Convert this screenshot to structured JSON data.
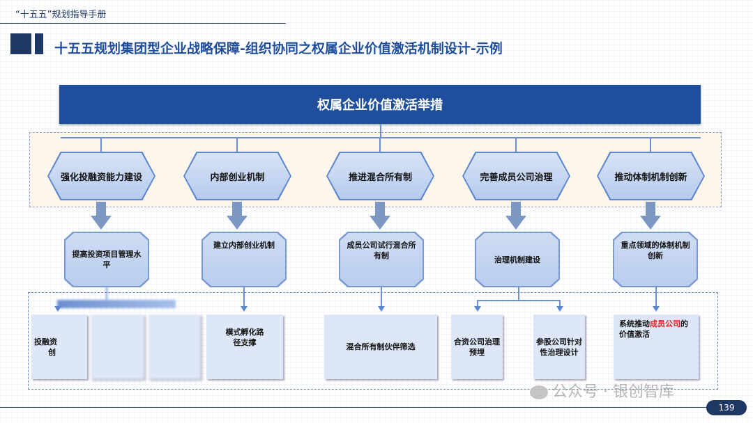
{
  "header": {
    "manual_title": "“十五五”规划指导手册",
    "slide_title": "十五五规划集团型企业战略保障-组织协同之权属企业价值激活机制设计-示例",
    "page_number": "139"
  },
  "banner": "权属企业价值激活举措",
  "measures": [
    "强化投融资能力建设",
    "内部创业机制",
    "推进混合所有制",
    "完善成员公司治理",
    "推动体制机制创新"
  ],
  "sub_measures": [
    "提高投资项目管理水平",
    "建立内部创业机制",
    "成员公司试行混合所有制",
    "治理机制建设",
    "重点领域的体制机制创新"
  ],
  "details": {
    "col1": {
      "line1": "投融资",
      "line2": "创"
    },
    "col2": "模式孵化路径支撑",
    "col3": "混合所有制伙伴筛选",
    "col4a": "合资公司治理预埋",
    "col4b": "参股公司针对性治理设计",
    "col5": {
      "prefix": "系统推动",
      "highlight": "成员公司",
      "suffix": "的价值激活"
    }
  },
  "colors": {
    "primary": "#1f4e9c",
    "highlight": "#e02020"
  },
  "watermark": "公众号 · 银创智库"
}
